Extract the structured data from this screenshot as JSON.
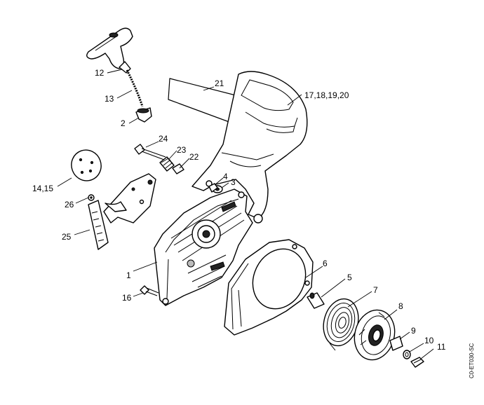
{
  "labels": {
    "p1": "1",
    "p2": "2",
    "p3": "3",
    "p4": "4",
    "p5": "5",
    "p6": "6",
    "p7": "7",
    "p8": "8",
    "p9": "9",
    "p10": "10",
    "p11": "11",
    "p12": "12",
    "p13": "13",
    "p14_15": "14,15",
    "p16": "16",
    "p17_20": "17,18,19,20",
    "p21": "21",
    "p22": "22",
    "p23": "23",
    "p24": "24",
    "p25": "25",
    "p26": "26"
  },
  "drawing_code": "C0-ET030-SC"
}
